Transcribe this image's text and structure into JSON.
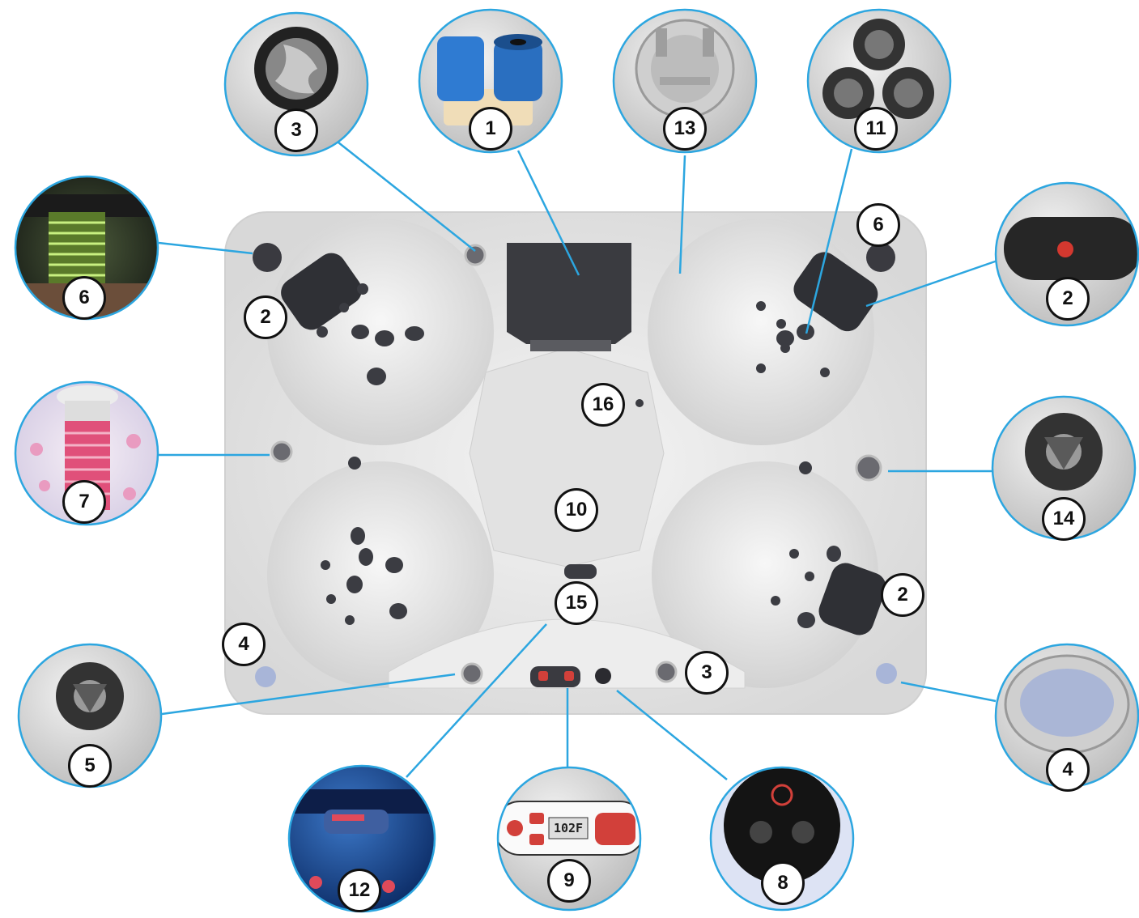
{
  "diagram": {
    "callout_color": "#2ca6e0",
    "tub_shell_color": "#e8e8e8",
    "callouts": [
      {
        "label": "3",
        "icon": "jet-dial-icon"
      },
      {
        "label": "1",
        "icon": "filter-cartridge-icon"
      },
      {
        "label": "13",
        "icon": "skimmer-icon"
      },
      {
        "label": "11",
        "icon": "jets-cluster-icon"
      },
      {
        "label": "6",
        "icon": "cup-holder-light-icon"
      },
      {
        "label": "2",
        "icon": "pillow-icon"
      },
      {
        "label": "7",
        "icon": "light-column-icon"
      },
      {
        "label": "14",
        "icon": "diverter-valve-icon"
      },
      {
        "label": "5",
        "icon": "air-control-icon"
      },
      {
        "label": "4",
        "icon": "drain-cover-icon"
      },
      {
        "label": "12",
        "icon": "waterfall-icon"
      },
      {
        "label": "9",
        "icon": "control-panel-icon"
      },
      {
        "label": "8",
        "icon": "audio-control-icon"
      }
    ],
    "tub_labels": [
      "6",
      "2",
      "16",
      "10",
      "15",
      "2",
      "4",
      "3"
    ],
    "control_panel_display": "102F"
  }
}
